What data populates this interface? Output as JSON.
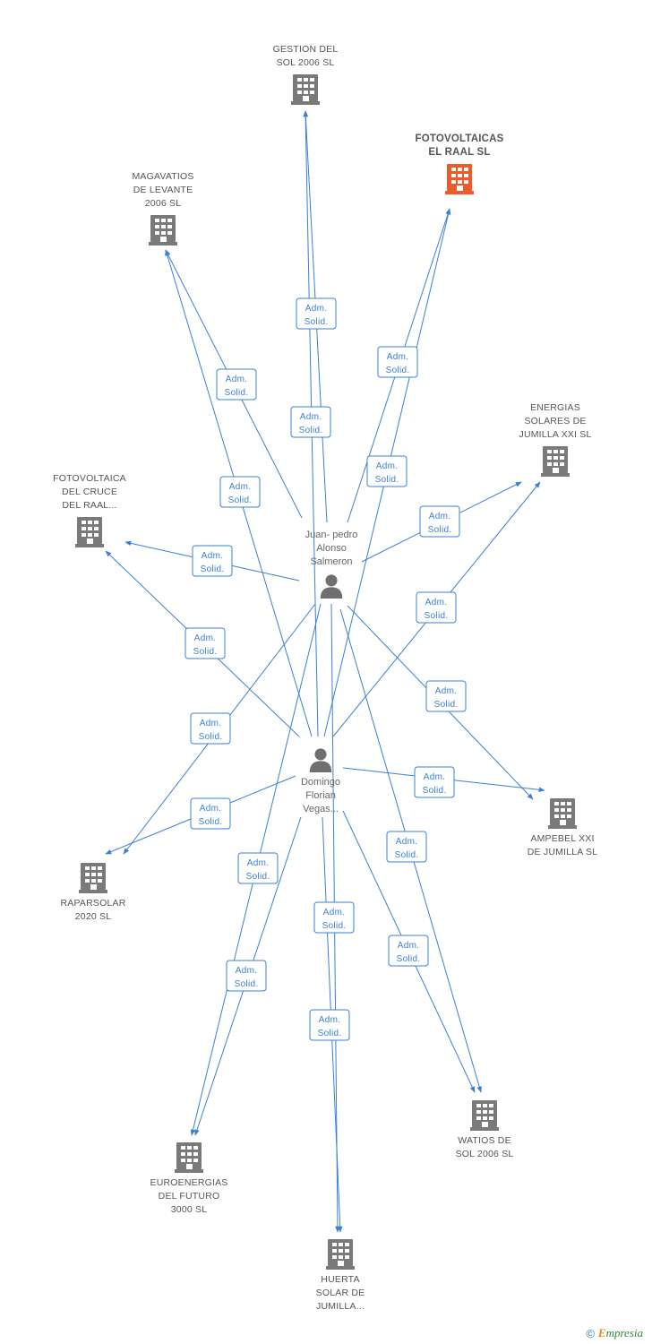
{
  "colors": {
    "edge": "#3b80d4",
    "company": "#7a7a7a",
    "focus_company": "#f05a28",
    "person": "#6f6f6f"
  },
  "people": [
    {
      "id": "juanpedro",
      "lines": [
        "Juan- pedro",
        "Alonso",
        "Salmeron"
      ],
      "icon": "person-icon"
    },
    {
      "id": "domingo",
      "lines": [
        "Domingo",
        "Florian",
        "Vegas..."
      ],
      "icon": "person-icon"
    }
  ],
  "companies": [
    {
      "id": "gestion",
      "lines": [
        "GESTION DEL",
        "SOL 2006 SL"
      ],
      "icon": "building-icon"
    },
    {
      "id": "fotovoltaicas_raal",
      "lines": [
        "FOTOVOLTAICAS",
        "EL RAAL SL"
      ],
      "icon": "building-icon",
      "focus": true
    },
    {
      "id": "magavatios",
      "lines": [
        "MAGAVATIOS",
        "DE LEVANTE",
        "2006 SL"
      ],
      "icon": "building-icon"
    },
    {
      "id": "energias",
      "lines": [
        "ENERGIAS",
        "SOLARES DE",
        "JUMILLA XXI SL"
      ],
      "icon": "building-icon"
    },
    {
      "id": "cruce",
      "lines": [
        "FOTOVOLTAICA",
        "DEL CRUCE",
        "DEL RAAL..."
      ],
      "icon": "building-icon"
    },
    {
      "id": "ampebel",
      "lines": [
        "AMPEBEL XXI",
        "DE JUMILLA SL"
      ],
      "icon": "building-icon"
    },
    {
      "id": "raparsolar",
      "lines": [
        "RAPARSOLAR",
        "2020 SL"
      ],
      "icon": "building-icon"
    },
    {
      "id": "watios",
      "lines": [
        "WATIOS DE",
        "SOL 2006 SL"
      ],
      "icon": "building-icon"
    },
    {
      "id": "euroenergias",
      "lines": [
        "EUROENERGIAS",
        "DEL FUTURO",
        "3000 SL"
      ],
      "icon": "building-icon"
    },
    {
      "id": "huerta",
      "lines": [
        "HUERTA",
        "SOLAR DE",
        "JUMILLA..."
      ],
      "icon": "building-icon"
    }
  ],
  "edge_label_lines": [
    "Adm.",
    "Solid."
  ],
  "edges": [
    {
      "from": "juanpedro",
      "to": "gestion"
    },
    {
      "from": "juanpedro",
      "to": "fotovoltaicas_raal"
    },
    {
      "from": "juanpedro",
      "to": "magavatios"
    },
    {
      "from": "juanpedro",
      "to": "energias"
    },
    {
      "from": "juanpedro",
      "to": "cruce"
    },
    {
      "from": "juanpedro",
      "to": "ampebel"
    },
    {
      "from": "juanpedro",
      "to": "raparsolar"
    },
    {
      "from": "juanpedro",
      "to": "watios"
    },
    {
      "from": "juanpedro",
      "to": "euroenergias"
    },
    {
      "from": "juanpedro",
      "to": "huerta"
    },
    {
      "from": "domingo",
      "to": "gestion"
    },
    {
      "from": "domingo",
      "to": "fotovoltaicas_raal"
    },
    {
      "from": "domingo",
      "to": "magavatios"
    },
    {
      "from": "domingo",
      "to": "energias"
    },
    {
      "from": "domingo",
      "to": "cruce"
    },
    {
      "from": "domingo",
      "to": "ampebel"
    },
    {
      "from": "domingo",
      "to": "raparsolar"
    },
    {
      "from": "domingo",
      "to": "watios"
    },
    {
      "from": "domingo",
      "to": "euroenergias"
    },
    {
      "from": "domingo",
      "to": "huerta"
    }
  ],
  "footer": {
    "copyright": "©",
    "brand_initial": "E",
    "brand_rest": "mpresia"
  }
}
